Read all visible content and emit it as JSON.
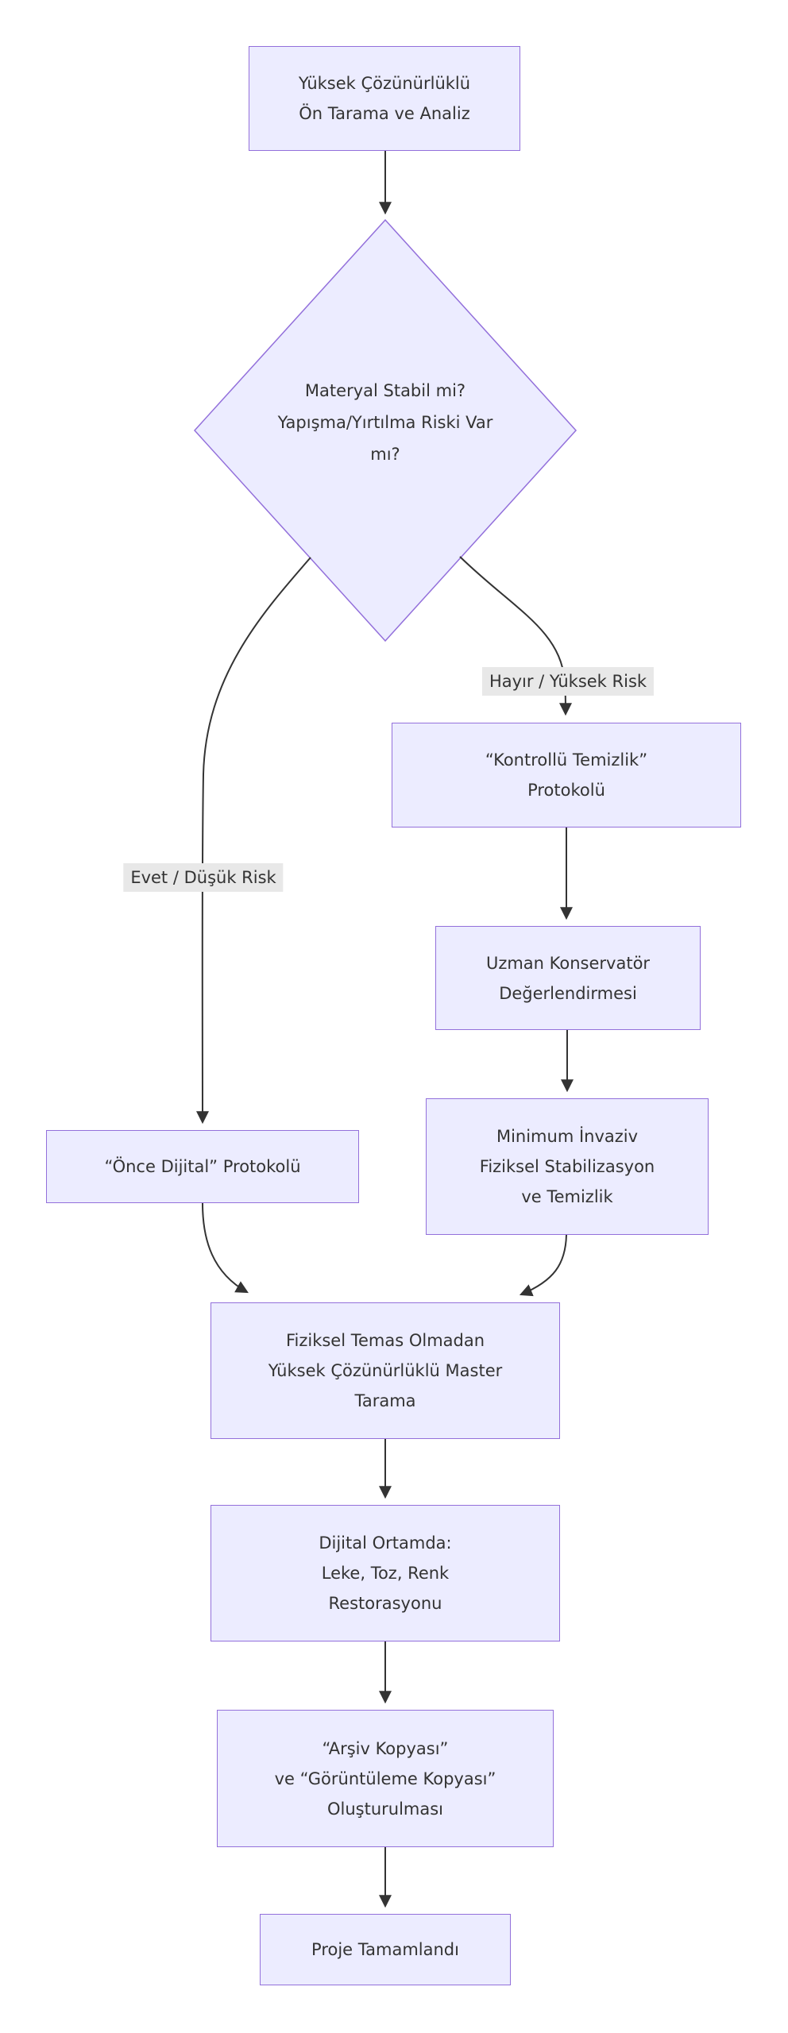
{
  "diagram": {
    "type": "flowchart",
    "direction": "top-down",
    "colors": {
      "node_fill": "#ECECFF",
      "node_border": "#9370DB",
      "edge_color": "#333333",
      "edge_label_bg": "#e8e8e8",
      "text_color": "#333333",
      "background": "#ffffff"
    },
    "nodes": {
      "start": {
        "label": "Yüksek Çözünürlüklü\nÖn Tarama ve Analiz",
        "shape": "rect"
      },
      "decision": {
        "label": "Materyal Stabil mi?\nYapışma/Yırtılma Riski Var\nmı?",
        "shape": "diamond"
      },
      "kontrollu": {
        "label": "“Kontrollü Temizlik”\nProtokolü",
        "shape": "rect"
      },
      "uzman": {
        "label": "Uzman Konservatör\nDeğerlendirmesi",
        "shape": "rect"
      },
      "minimum": {
        "label": "Minimum İnvaziv\nFiziksel Stabilizasyon\nve Temizlik",
        "shape": "rect"
      },
      "once": {
        "label": "“Önce Dijital” Protokolü",
        "shape": "rect"
      },
      "master": {
        "label": "Fiziksel Temas Olmadan\nYüksek Çözünürlüklü Master\nTarama",
        "shape": "rect"
      },
      "dijital": {
        "label": "Dijital Ortamda:\nLeke, Toz, Renk\nRestorasyonu",
        "shape": "rect"
      },
      "arsiv": {
        "label": "“Arşiv Kopyası”\nve “Görüntüleme Kopyası”\nOluşturulması",
        "shape": "rect"
      },
      "done": {
        "label": "Proje Tamamlandı",
        "shape": "rect"
      }
    },
    "edge_labels": {
      "evet": "Evet / Düşük Risk",
      "hayir": "Hayır / Yüksek Risk"
    },
    "edges": [
      {
        "from": "start",
        "to": "decision",
        "label": ""
      },
      {
        "from": "decision",
        "to": "kontrollu",
        "label": "Hayır / Yüksek Risk"
      },
      {
        "from": "kontrollu",
        "to": "uzman",
        "label": ""
      },
      {
        "from": "uzman",
        "to": "minimum",
        "label": ""
      },
      {
        "from": "minimum",
        "to": "master",
        "label": ""
      },
      {
        "from": "decision",
        "to": "once",
        "label": "Evet / Düşük Risk"
      },
      {
        "from": "once",
        "to": "master",
        "label": ""
      },
      {
        "from": "master",
        "to": "dijital",
        "label": ""
      },
      {
        "from": "dijital",
        "to": "arsiv",
        "label": ""
      },
      {
        "from": "arsiv",
        "to": "done",
        "label": ""
      }
    ]
  }
}
